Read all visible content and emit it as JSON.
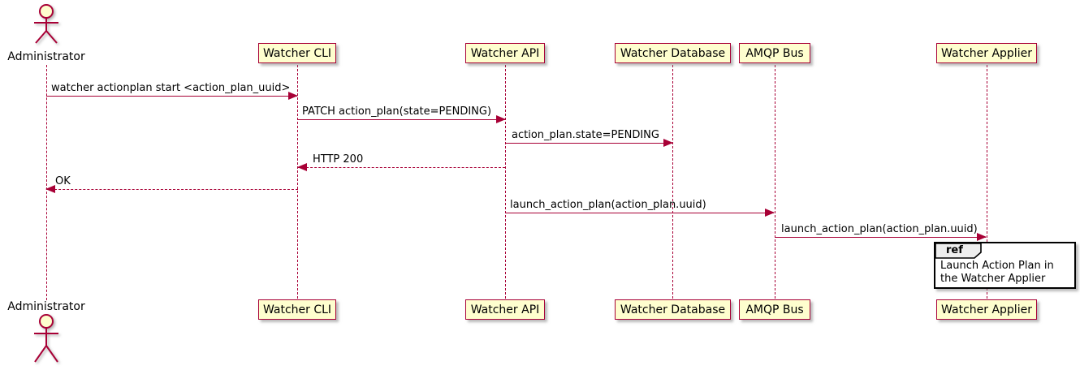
{
  "diagram": {
    "type": "plantuml-sequence",
    "background": "#FFFFFF",
    "actor": {
      "name": "Administrator"
    },
    "participants": [
      {
        "label": "Watcher CLI"
      },
      {
        "label": "Watcher API"
      },
      {
        "label": "Watcher Database"
      },
      {
        "label": "AMQP Bus"
      },
      {
        "label": "Watcher Applier"
      }
    ],
    "messages": [
      {
        "label": "watcher actionplan start <action_plan_uuid>",
        "from": "Administrator",
        "to": "Watcher CLI",
        "line": "solid",
        "direction": "right"
      },
      {
        "label": "PATCH action_plan(state=PENDING)",
        "from": "Watcher CLI",
        "to": "Watcher API",
        "line": "solid",
        "direction": "right"
      },
      {
        "label": "action_plan.state=PENDING",
        "from": "Watcher API",
        "to": "Watcher Database",
        "line": "solid",
        "direction": "right"
      },
      {
        "label": "HTTP 200",
        "from": "Watcher API",
        "to": "Watcher CLI",
        "line": "dashed",
        "direction": "left"
      },
      {
        "label": "OK",
        "from": "Watcher CLI",
        "to": "Administrator",
        "line": "dashed",
        "direction": "left"
      },
      {
        "label": "launch_action_plan(action_plan.uuid)",
        "from": "Watcher API",
        "to": "AMQP Bus",
        "line": "solid",
        "direction": "right"
      },
      {
        "label": "launch_action_plan(action_plan.uuid)",
        "from": "AMQP Bus",
        "to": "Watcher Applier",
        "line": "solid",
        "direction": "right"
      }
    ],
    "ref_fragment": {
      "keyword": "ref",
      "text": "Launch Action Plan in the Watcher Applier"
    },
    "colors": {
      "participant_fill": "#FEFECE",
      "stroke": "#A80036",
      "ref_border": "#000000",
      "ref_header_fill": "#EEEEEE",
      "text": "#000000"
    }
  }
}
